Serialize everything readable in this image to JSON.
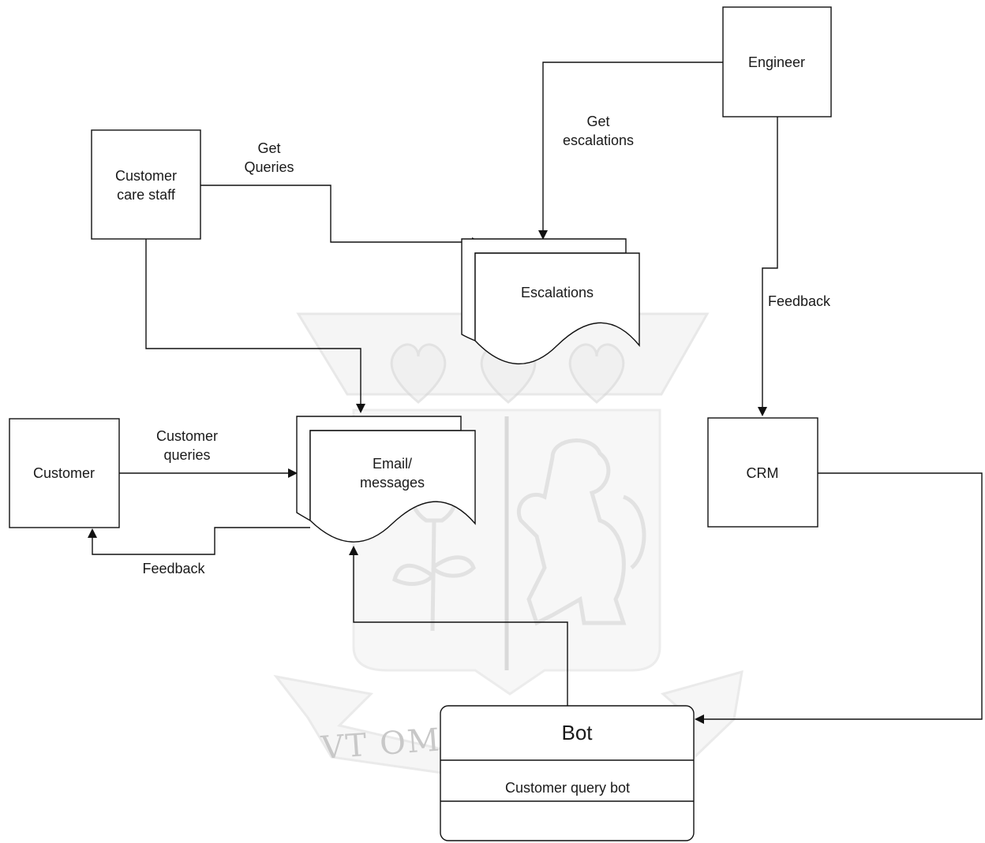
{
  "nodes": {
    "engineer": "Engineer",
    "care_staff_line1": "Customer",
    "care_staff_line2": "care staff",
    "escalations": "Escalations",
    "crm": "CRM",
    "customer": "Customer",
    "email_line1": "Email/",
    "email_line2": "messages",
    "bot_title": "Bot",
    "bot_subtitle": "Customer query bot"
  },
  "edges": {
    "get_escalations_line1": "Get",
    "get_escalations_line2": "escalations",
    "get_queries_line1": "Get",
    "get_queries_line2": "Queries",
    "feedback_engineer_crm": "Feedback",
    "customer_queries_line1": "Customer",
    "customer_queries_line2": "queries",
    "feedback_to_customer": "Feedback"
  },
  "watermark": {
    "motto": "VT OMN"
  }
}
